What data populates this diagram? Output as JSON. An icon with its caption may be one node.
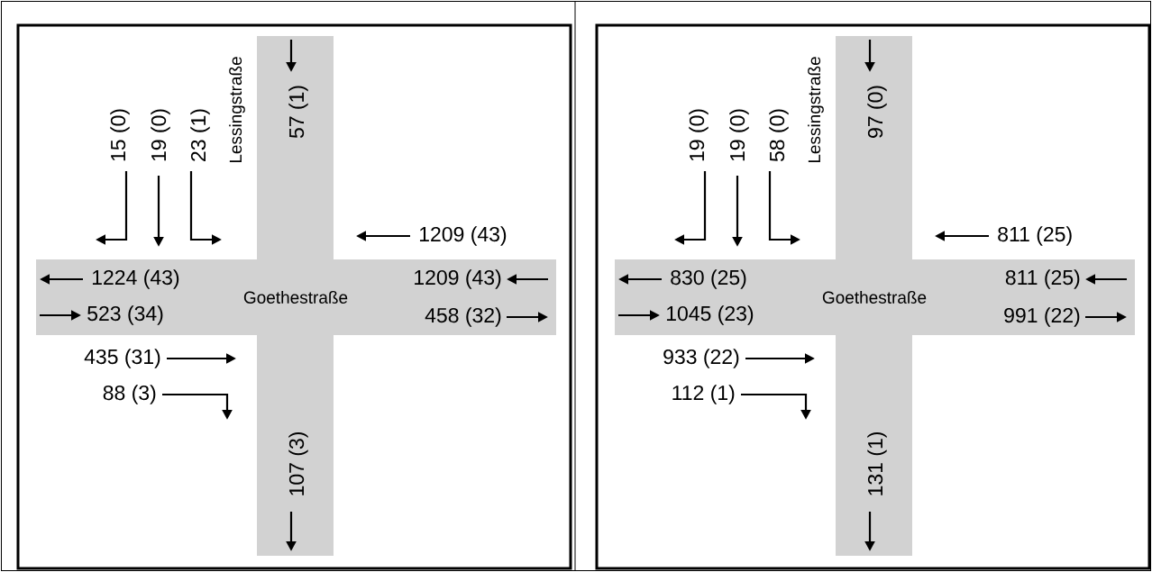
{
  "diagram": {
    "labels": [
      "Lessingstraße",
      "57 (1)",
      "15 (0)",
      "19 (0)",
      "23 (1)",
      "1209 (43)",
      "1224 (43)",
      "Goethestraße",
      "1209 (43)",
      "523 (34)",
      "458 (32)",
      "435 (31)",
      "88  (3)",
      "107 (3)",
      "Lessingstraße",
      "97 (0)",
      "19 (0)",
      "19 (0)",
      "58 (0)",
      "811 (25)",
      "830 (25)",
      "Goethestraße",
      "811 (25)",
      "1045 (23)",
      "991 (22)",
      "933 (22)",
      "112 (1)",
      "131 (1)"
    ]
  }
}
